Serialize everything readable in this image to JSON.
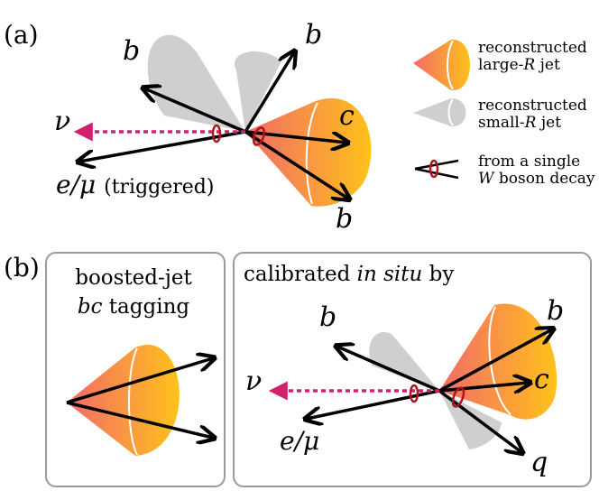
{
  "colors": {
    "large_r_jet_start": "#f26a6a",
    "large_r_jet_end": "#ffc21a",
    "small_r_jet": "#cfcfcf",
    "arrow": "#000000",
    "neutrino_arrow": "#d0206e",
    "w_decay_ellipse": "#b0141c"
  },
  "panel_a": {
    "tag": "(a)",
    "labels": {
      "b_upper_left": "b",
      "b_top": "b",
      "c": "c",
      "b_lower": "b",
      "nu": "ν",
      "lepton": "e/μ",
      "triggered": "(triggered)"
    }
  },
  "legend": {
    "large_r_line1": "reconstructed",
    "large_r_line2_prefix": "large-",
    "large_r_line2_var": "R",
    "large_r_line2_suffix": " jet",
    "small_r_line1": "reconstructed",
    "small_r_line2_prefix": "small-",
    "small_r_line2_var": "R",
    "small_r_line2_suffix": " jet",
    "w_line1": "from a single",
    "w_line2_var": "W",
    "w_line2_suffix": " boson decay"
  },
  "panel_b": {
    "tag": "(b)",
    "left_box": {
      "line1": "boosted-jet",
      "line2_var": "bc",
      "line2_suffix": " tagging"
    },
    "right_box": {
      "title_prefix": "calibrated ",
      "title_italic": "in situ",
      "title_suffix": " by",
      "labels": {
        "b_left": "b",
        "b_right": "b",
        "c": "c",
        "q": "q",
        "nu": "ν",
        "lepton": "e/μ"
      }
    }
  }
}
